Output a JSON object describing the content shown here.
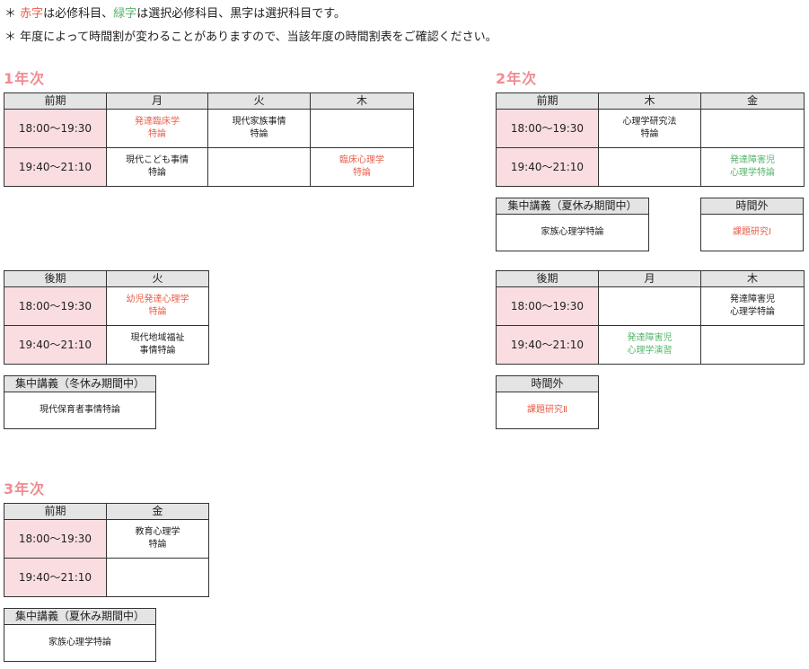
{
  "notes": {
    "line1": {
      "prefix": "＊ ",
      "red": "赤字",
      "mid1": "は必修科目、",
      "green": "緑字",
      "rest": "は選択必修科目、黒字は選択科目です。"
    },
    "line2": "＊ 年度によって時間割が変わることがありますので、当該年度の時間割表をご確認ください。"
  },
  "colors": {
    "required": "#e8604c",
    "elective_required": "#57b46b",
    "time_cell": "#f9dde0",
    "header_cell": "#e4e4e4",
    "year_heading": "#f08c92"
  },
  "year1": {
    "heading": "1年次",
    "first": {
      "headers": [
        "前期",
        "月",
        "火",
        "木"
      ],
      "rows": [
        {
          "time": "18:00〜19:30",
          "cells": [
            [
              "発達臨床学",
              "特論"
            ],
            [
              "現代家族事情",
              "特論"
            ],
            [
              "",
              ""
            ]
          ]
        },
        {
          "time": "19:40〜21:10",
          "cells": [
            [
              "現代こども事情",
              "特論"
            ],
            [
              "",
              ""
            ],
            [
              "臨床心理学",
              "特論"
            ]
          ]
        }
      ]
    },
    "second": {
      "headers": [
        "後期",
        "火"
      ],
      "rows": [
        {
          "time": "18:00〜19:30",
          "cells": [
            [
              "幼児発達心理学",
              "特論"
            ]
          ]
        },
        {
          "time": "19:40〜21:10",
          "cells": [
            [
              "現代地域福祉",
              "事情特論"
            ]
          ]
        }
      ]
    },
    "intensive": {
      "header": "集中講義（冬休み期間中）",
      "course": "現代保育者事情特論"
    }
  },
  "year2": {
    "heading": "2年次",
    "first": {
      "headers": [
        "前期",
        "木",
        "金"
      ],
      "rows": [
        {
          "time": "18:00〜19:30",
          "cells": [
            [
              "心理学研究法",
              "特論"
            ],
            [
              "",
              ""
            ]
          ]
        },
        {
          "time": "19:40〜21:10",
          "cells": [
            [
              "",
              ""
            ],
            [
              "発達障害児",
              "心理学特論"
            ]
          ]
        }
      ]
    },
    "intensive": {
      "header": "集中講義（夏休み期間中）",
      "course": "家族心理学特論"
    },
    "outside1": {
      "header": "時間外",
      "course": "課題研究Ⅰ"
    },
    "second": {
      "headers": [
        "後期",
        "月",
        "木"
      ],
      "rows": [
        {
          "time": "18:00〜19:30",
          "cells": [
            [
              "",
              ""
            ],
            [
              "発達障害児",
              "心理学特論"
            ]
          ]
        },
        {
          "time": "19:40〜21:10",
          "cells": [
            [
              "発達障害児",
              "心理学演習"
            ],
            [
              "",
              ""
            ]
          ]
        }
      ]
    },
    "outside2": {
      "header": "時間外",
      "course": "課題研究Ⅱ"
    }
  },
  "year3": {
    "heading": "3年次",
    "first": {
      "headers": [
        "前期",
        "金"
      ],
      "rows": [
        {
          "time": "18:00〜19:30",
          "cells": [
            [
              "教育心理学",
              "特論"
            ]
          ]
        },
        {
          "time": "19:40〜21:10",
          "cells": [
            [
              "",
              ""
            ]
          ]
        }
      ]
    },
    "intensive": {
      "header": "集中講義（夏休み期間中）",
      "course": "家族心理学特論"
    }
  }
}
